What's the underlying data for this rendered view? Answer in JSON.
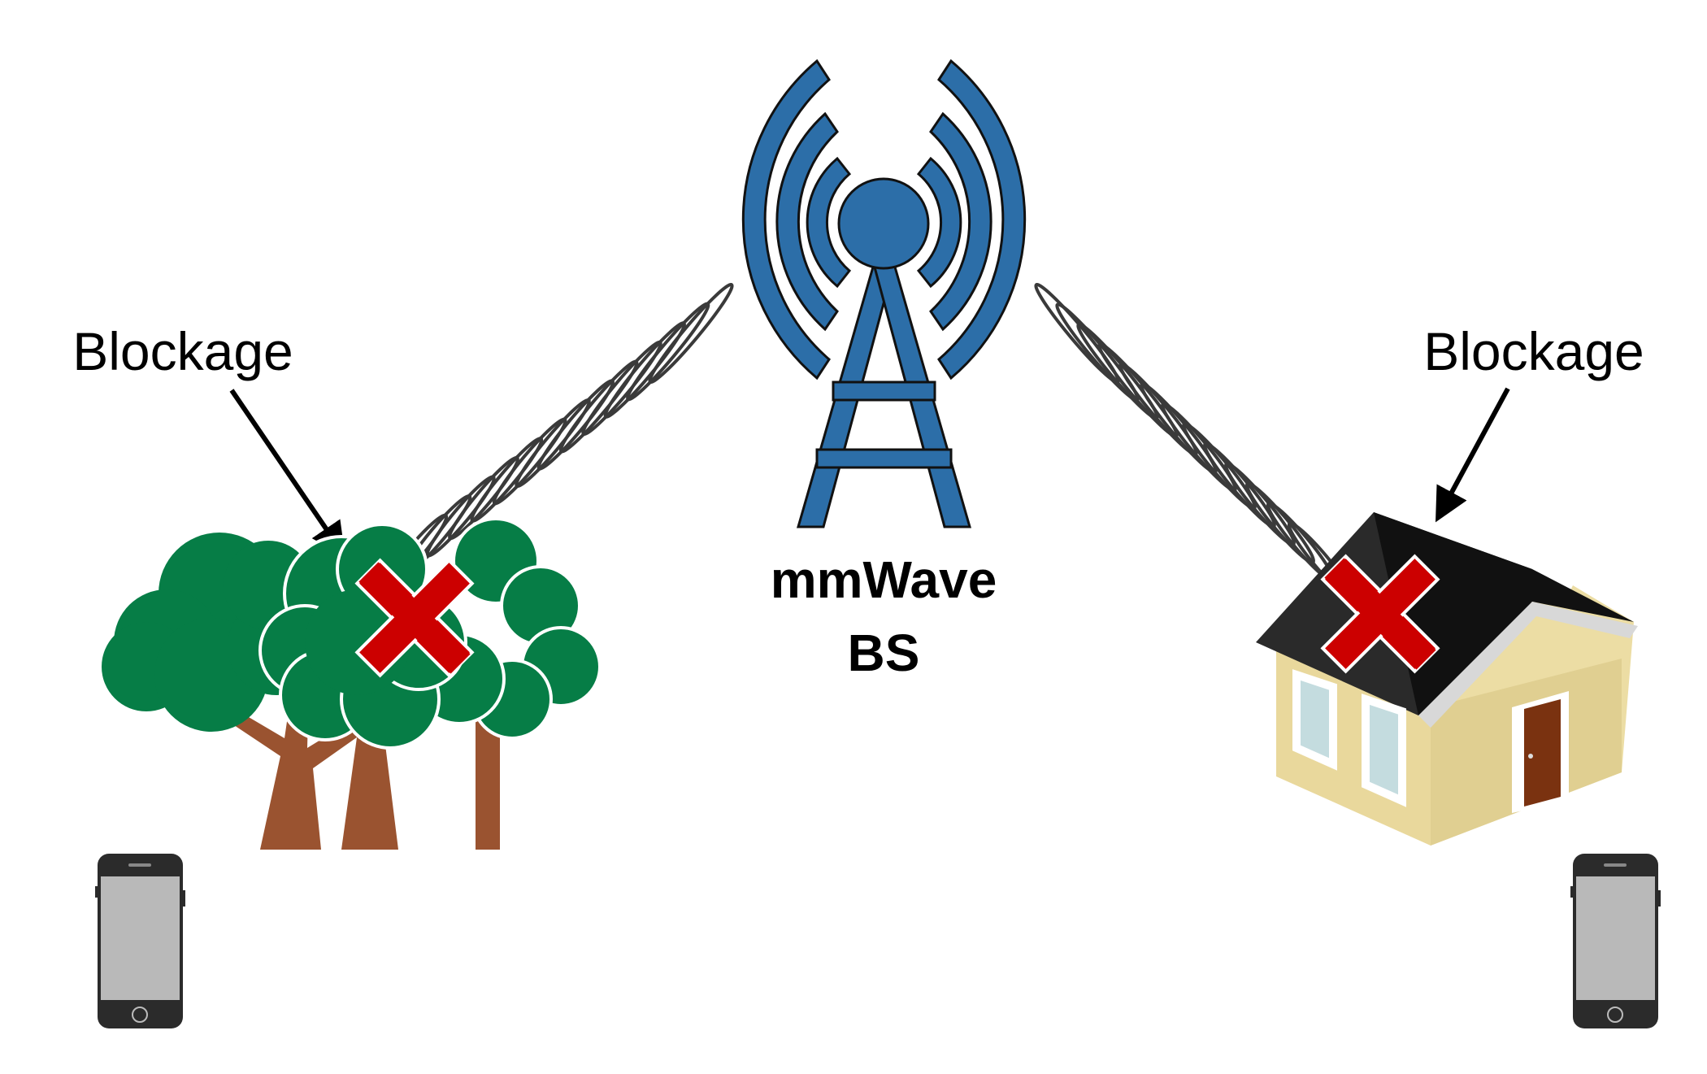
{
  "labels": {
    "blockage_left": "Blockage",
    "blockage_right": "Blockage",
    "bs_line1": "mmWave",
    "bs_line2": "BS"
  },
  "colors": {
    "tower": "#2c6ea8",
    "tree_foliage": "#067d46",
    "tree_trunk": "#9a5330",
    "roof": "#2a2a2a",
    "wall": "#ecdda4",
    "wall_shadow": "#d8c685",
    "door": "#7a3210",
    "window_glass": "#c4dcdf",
    "blocked_x": "#cc0000",
    "phone_body": "#2b2b2b",
    "phone_screen": "#b9b9b9",
    "wave": "#3a3a3a"
  },
  "icons": [
    "tower-icon",
    "tree-icon",
    "house-icon",
    "smartphone-icon",
    "blocked-x-icon",
    "arrow-icon"
  ]
}
